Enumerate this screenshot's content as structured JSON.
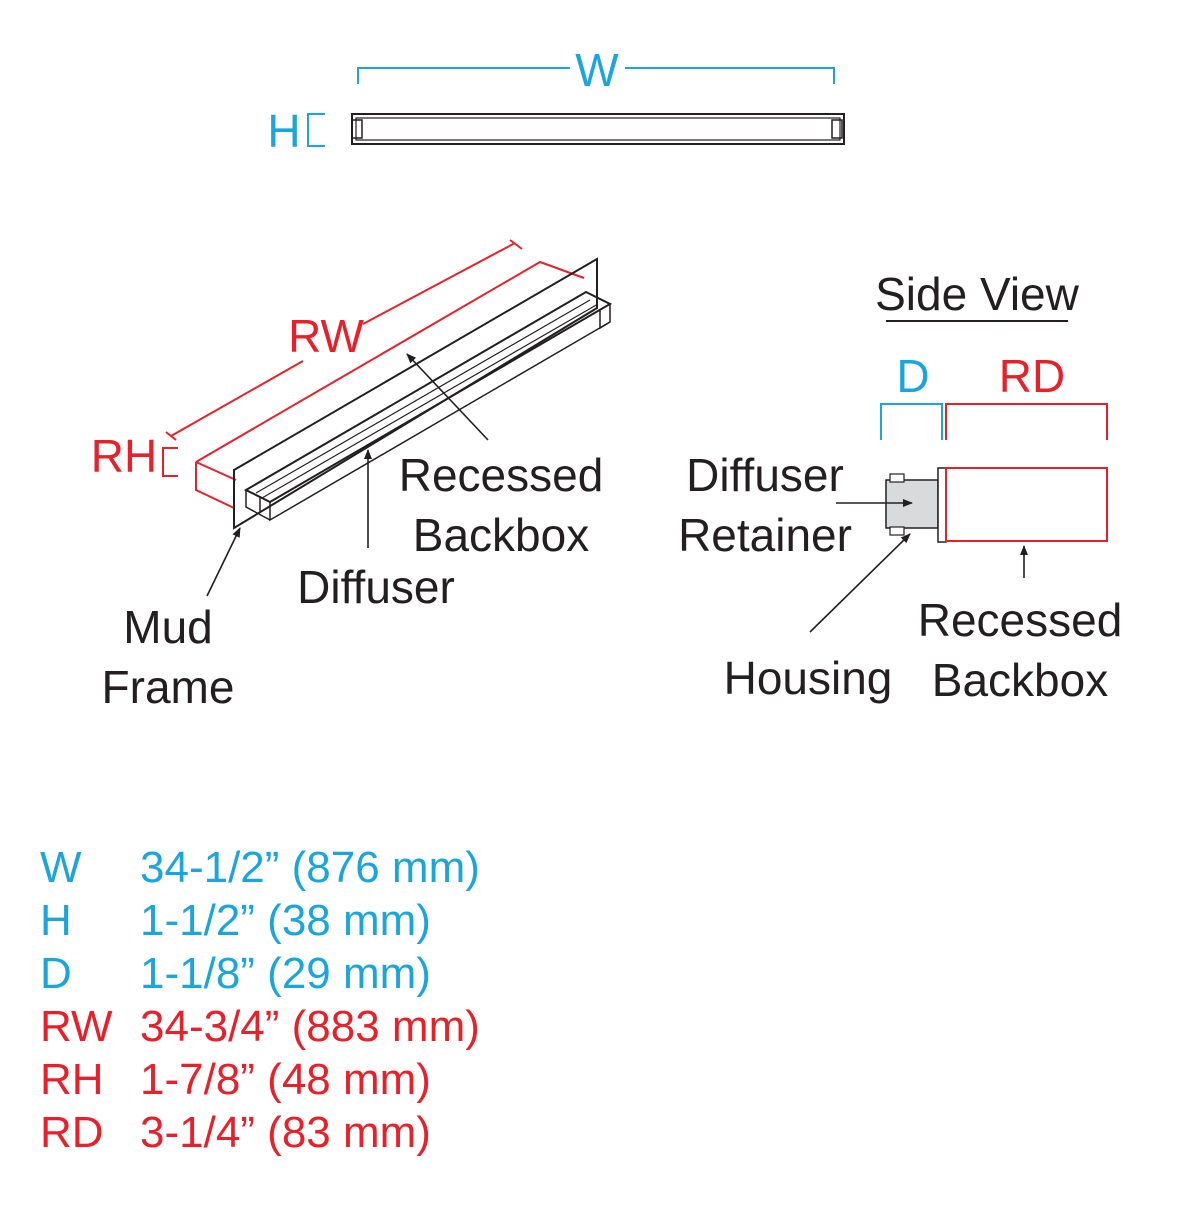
{
  "colors": {
    "blue": "#1aa6dd",
    "red": "#e8202a",
    "ink": "#231f20"
  },
  "dims": {
    "w": "W",
    "h": "H",
    "rw": "RW",
    "rh": "RH",
    "d": "D",
    "rd": "RD"
  },
  "labels": {
    "side_view": "Side View",
    "recessed_backbox_1": "Recessed",
    "recessed_backbox_2": "Backbox",
    "diffuser": "Diffuser",
    "mud_frame_1": "Mud",
    "mud_frame_2": "Frame",
    "diffuser_retainer_1": "Diffuser",
    "diffuser_retainer_2": "Retainer",
    "housing": "Housing",
    "side_recessed_1": "Recessed",
    "side_recessed_2": "Backbox"
  },
  "specs": [
    {
      "key": "W",
      "value": "34-1/2” (876 mm)"
    },
    {
      "key": "H",
      "value": "1-1/2” (38 mm)"
    },
    {
      "key": "D",
      "value": "1-1/8” (29 mm)"
    },
    {
      "key": "RW",
      "value": "34-3/4” (883 mm)"
    },
    {
      "key": "RH",
      "value": "1-7/8” (48 mm)"
    },
    {
      "key": "RD",
      "value": "3-1/4” (83 mm)"
    }
  ]
}
